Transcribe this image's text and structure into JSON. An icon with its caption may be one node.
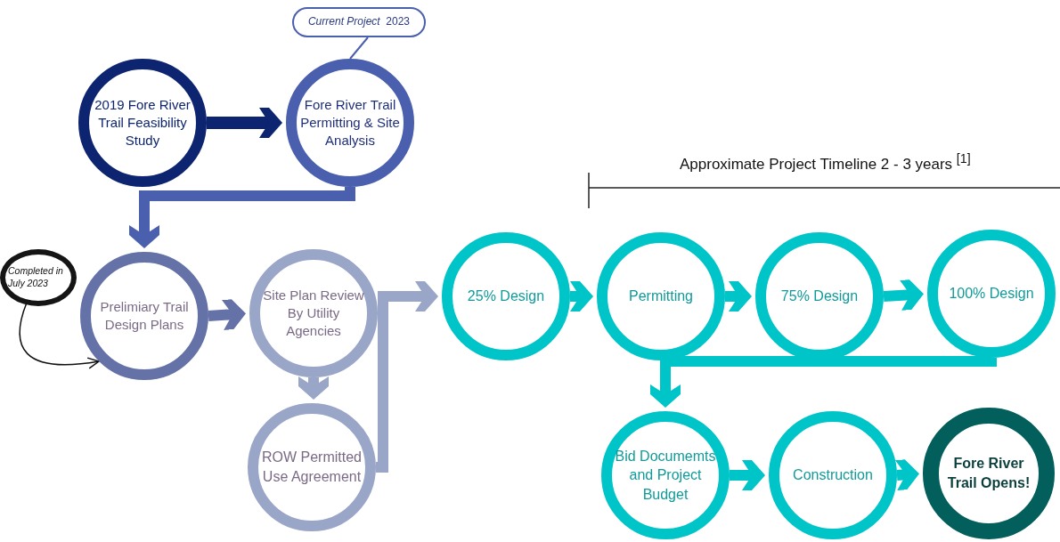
{
  "diagram": {
    "nodes": [
      {
        "text": [
          "2019 Fore River Trail Feasibility Study"
        ]
      },
      {
        "text": [
          "Fore River Trail Permitting & Site Analysis"
        ]
      },
      {
        "text": [
          "*Current Project*  2023"
        ]
      },
      {
        "text": [
          "Completed in July 2023"
        ]
      },
      {
        "text": [
          "Prelimiary Trail Design Plans"
        ]
      },
      {
        "text": [
          "Site Plan Review By Utility Agencies"
        ]
      },
      {
        "text": [
          "ROW Permitted Use Agreement"
        ]
      },
      {
        "text": [
          "25% Design"
        ]
      },
      {
        "text": [
          "Permitting"
        ]
      },
      {
        "text": [
          "75% Design"
        ]
      },
      {
        "text": [
          "100% Design"
        ]
      },
      {
        "text": [
          "Bid Documemts and Project Budget"
        ]
      },
      {
        "text": [
          "Construction"
        ]
      },
      {
        "text": [
          "Fore River Trail Opens!"
        ]
      }
    ],
    "edges": [
      {
        "from": 0,
        "to": 1,
        "arrow": "to",
        "color": "#0d2470"
      },
      {
        "from": 2,
        "to": 1,
        "arrow": "none",
        "color": "#4a5fae"
      },
      {
        "from": 1,
        "to": 4,
        "arrow": "to",
        "color": "#4a5fae"
      },
      {
        "from": 3,
        "to": 4,
        "arrow": "to",
        "color": "#111111"
      },
      {
        "from": 4,
        "to": 5,
        "arrow": "to",
        "color": "#6572a8"
      },
      {
        "from": 5,
        "to": 6,
        "arrow": "to",
        "color": "#9aa6c8"
      },
      {
        "from": 6,
        "to": 7,
        "arrow": "to",
        "color": "#9aa6c8"
      },
      {
        "from": 7,
        "to": 8,
        "arrow": "to"
      },
      {
        "from": 8,
        "to": 9,
        "arrow": "to"
      },
      {
        "from": 9,
        "to": 10,
        "arrow": "to"
      },
      {
        "from": 10,
        "to": 11,
        "arrow": "to"
      },
      {
        "from": 11,
        "to": 12,
        "arrow": "to"
      },
      {
        "from": 12,
        "to": 13,
        "arrow": "to"
      }
    ],
    "labels": [
      "Approximate Project Timeline 2 - 3 years $^{[1]}$"
    ]
  }
}
